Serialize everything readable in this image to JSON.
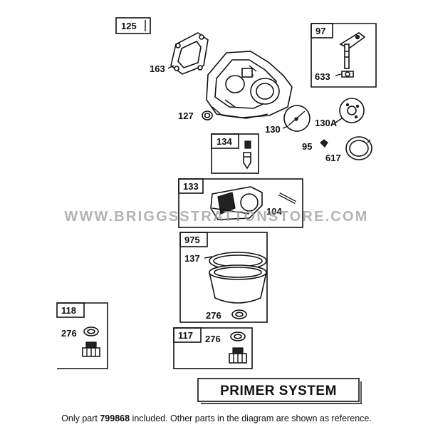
{
  "diagram": {
    "title": "PRIMER SYSTEM",
    "watermark": "WWW.BRIGGSSTRATTONSTORE.COM",
    "callouts": {
      "p125": "125",
      "p163": "163",
      "p127": "127",
      "p97": "97",
      "p633": "633",
      "p130": "130",
      "p130a": "130A",
      "p95": "95",
      "p617": "617",
      "p134": "134",
      "p133": "133",
      "p104": "104",
      "p975": "975",
      "p137": "137",
      "p276_975": "276",
      "p118": "118",
      "p276_118": "276",
      "p117": "117",
      "p276_117": "276"
    }
  },
  "footer": {
    "prefix": "Only part ",
    "part_number": "799868",
    "suffix": " included. Other parts in the diagram are shown as reference."
  }
}
